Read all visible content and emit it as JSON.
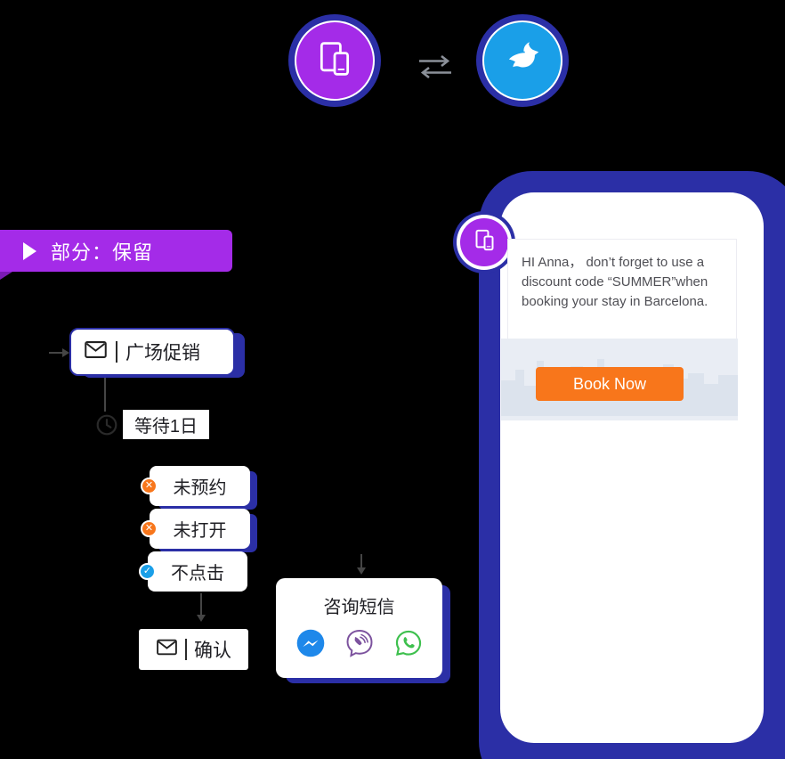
{
  "colors": {
    "navy": "#2b2fa6",
    "purple": "#a42be8",
    "blue": "#1a9fe8",
    "orange": "#f8761b",
    "background": "#000000"
  },
  "header": {
    "left_icon": "devices-icon",
    "swap_icon": "swap-arrows-icon",
    "right_icon": "dove-icon"
  },
  "flow": {
    "section_banner": {
      "label": "部分：保留"
    },
    "email_promo": {
      "label": "广场促销"
    },
    "wait": {
      "label": "等待1日"
    },
    "conditions": [
      {
        "label": "未预约",
        "status": "negative"
      },
      {
        "label": "未打开",
        "status": "negative"
      },
      {
        "label": "不点击",
        "status": "positive"
      }
    ],
    "email_confirm": {
      "label": "确认"
    },
    "sms": {
      "title": "咨询短信",
      "channels": [
        {
          "name": "messenger"
        },
        {
          "name": "viber"
        },
        {
          "name": "whatsapp"
        }
      ]
    }
  },
  "phone": {
    "message": "HI Anna， don’t forget to use a discount code “SUMMER”when booking your stay in Barcelona.",
    "button_label": "Book Now"
  }
}
